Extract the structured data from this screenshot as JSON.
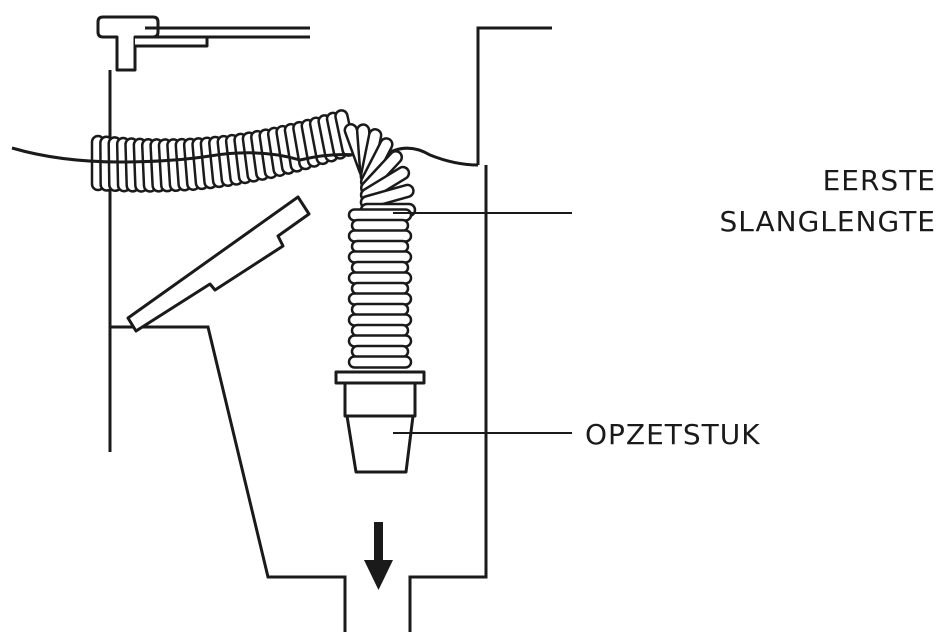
{
  "diagram": {
    "labels": {
      "hose_line1": "EERSTE",
      "hose_line2": "SLANGLENGTE",
      "nozzle": "OPZETSTUK"
    },
    "colors": {
      "ink": "#1a1a1a",
      "background": "#ffffff"
    },
    "icons": {
      "flow": "down-arrow-icon"
    }
  }
}
